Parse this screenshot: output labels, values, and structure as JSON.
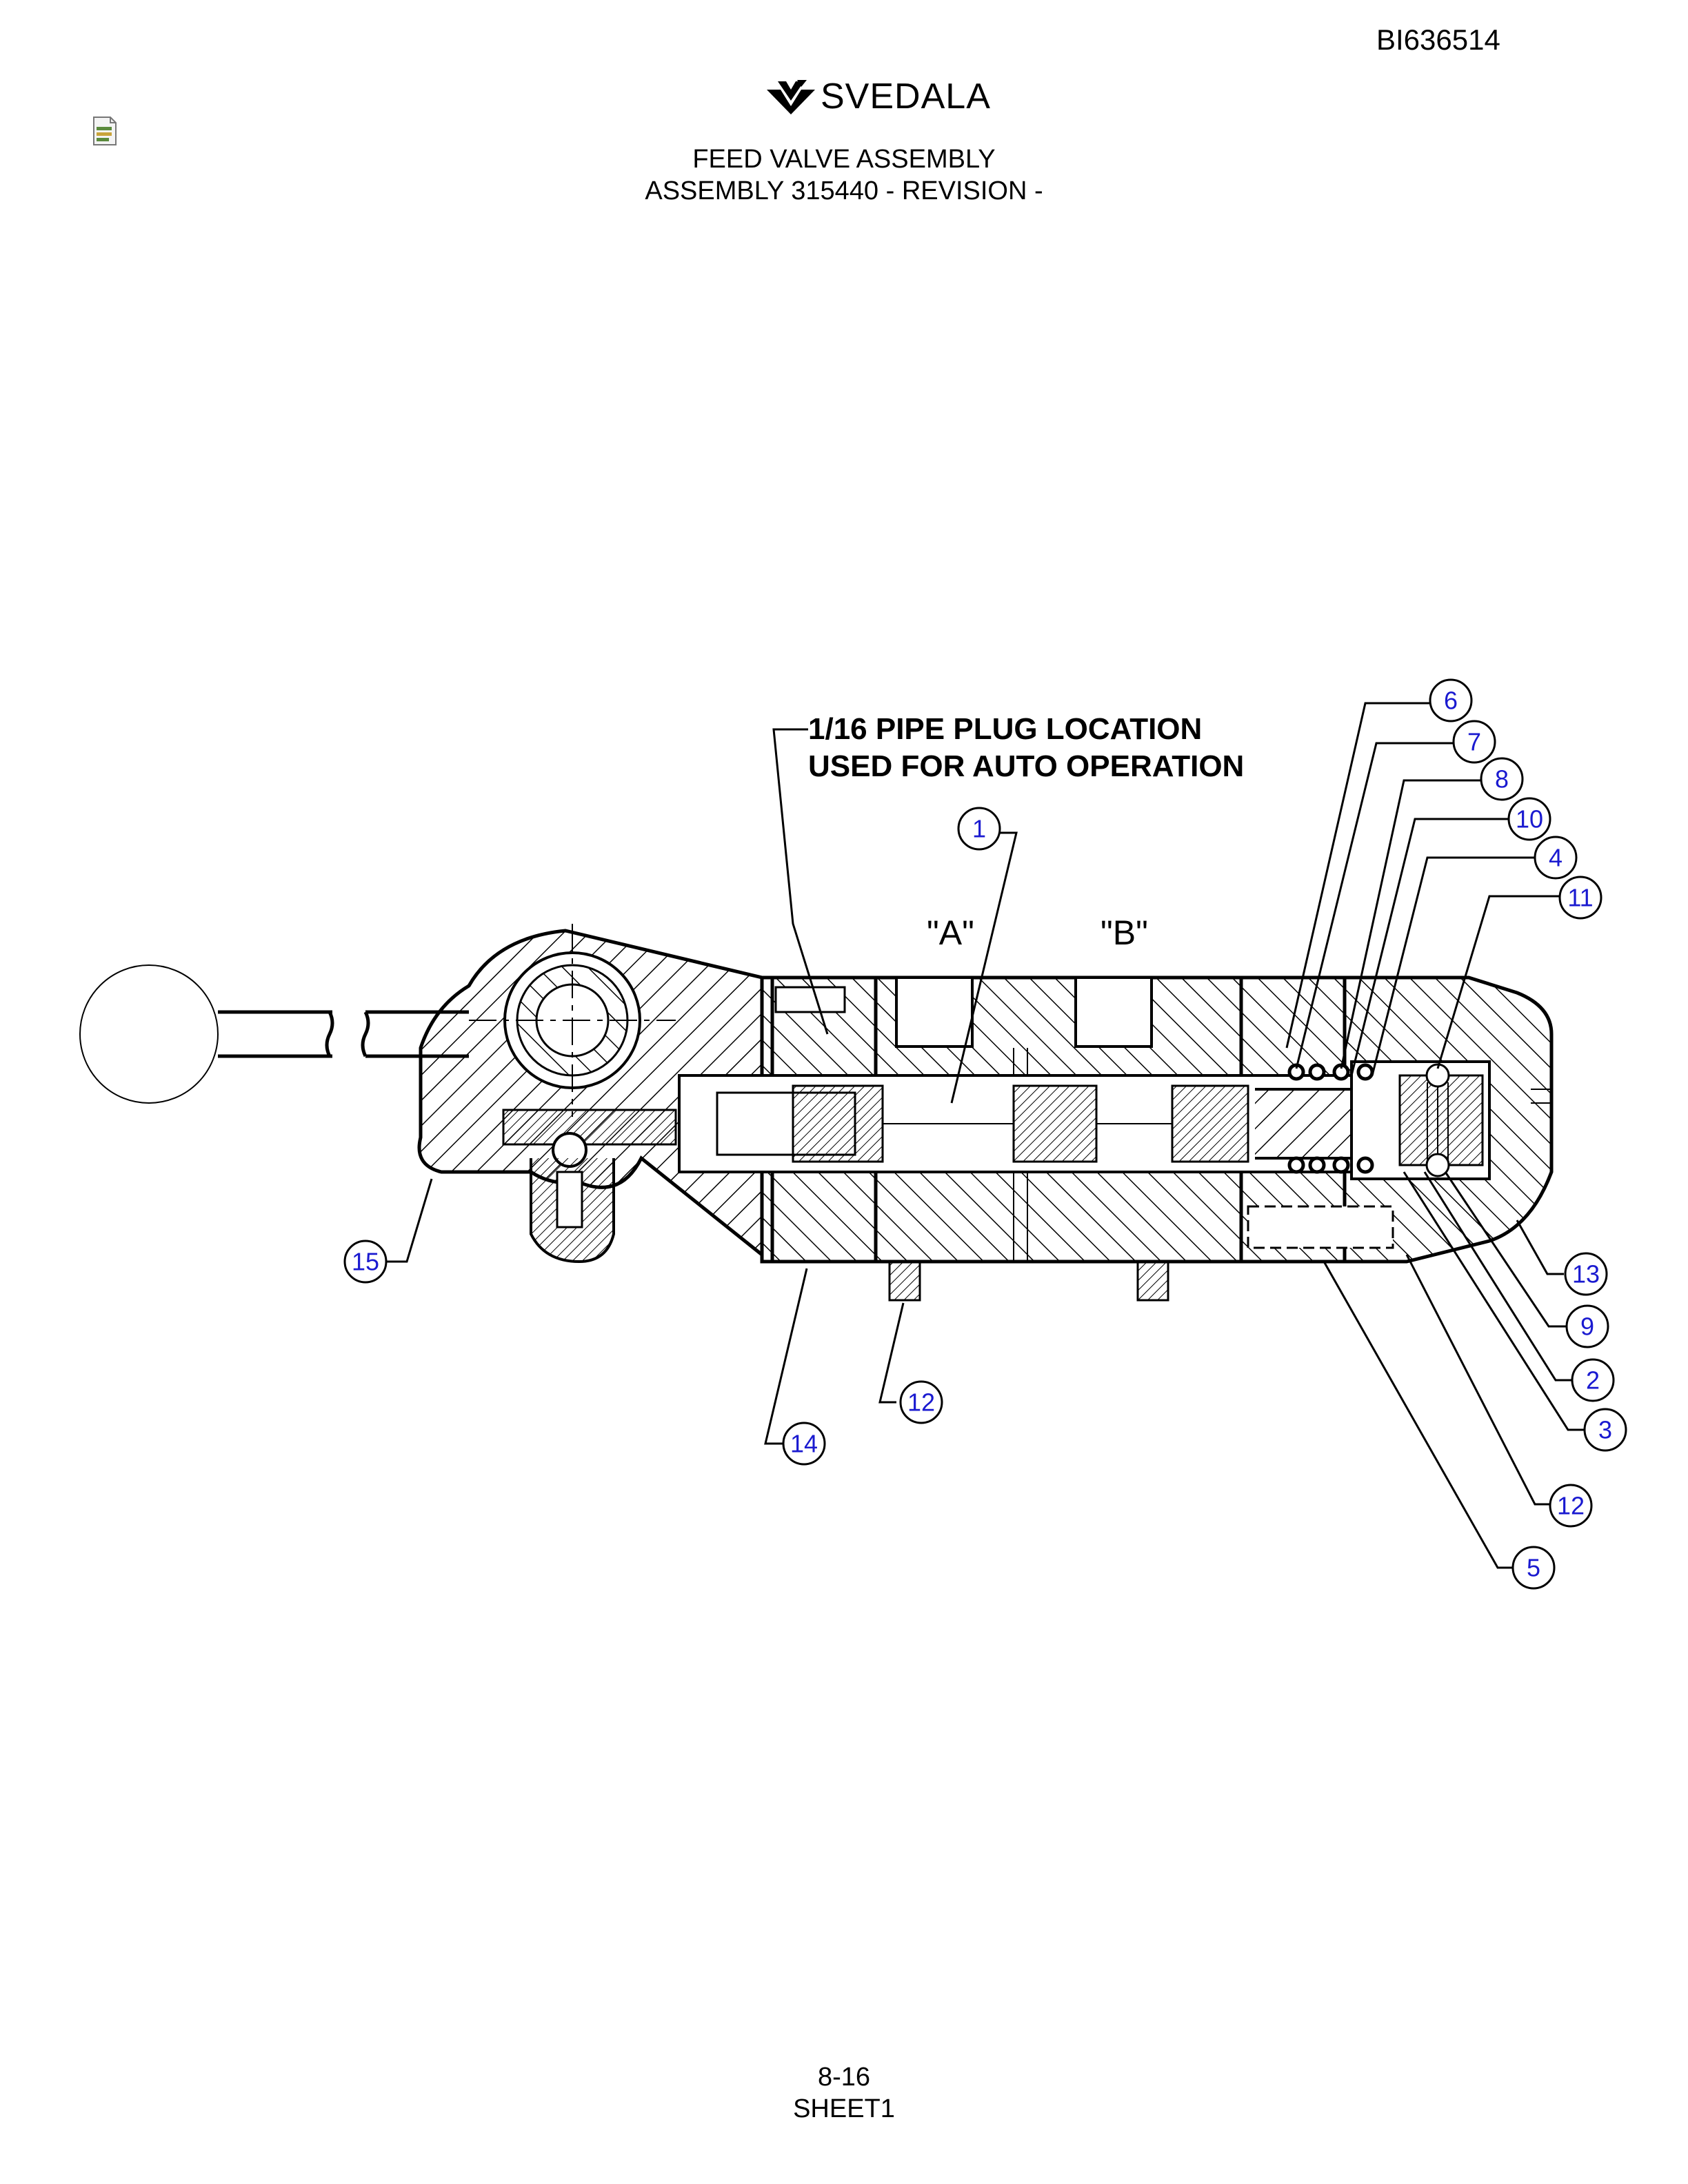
{
  "header": {
    "doc_id": "BI636514",
    "brand": "SVEDALA",
    "title_line1": "FEED VALVE ASSEMBLY",
    "title_line2": "ASSEMBLY 315440 - REVISION -"
  },
  "drawing": {
    "note_line1": "1/16 PIPE PLUG LOCATION",
    "note_line2": "USED FOR AUTO OPERATION",
    "port_a": "\"A\"",
    "port_b": "\"B\"",
    "balloons": {
      "b1": "1",
      "b6": "6",
      "b7": "7",
      "b8": "8",
      "b10": "10",
      "b4": "4",
      "b11": "11",
      "b15": "15",
      "b12a": "12",
      "b14": "14",
      "b13": "13",
      "b9": "9",
      "b2": "2",
      "b3": "3",
      "b12b": "12",
      "b5": "5"
    }
  },
  "footer": {
    "page": "8-16",
    "sheet": "SHEET1"
  }
}
